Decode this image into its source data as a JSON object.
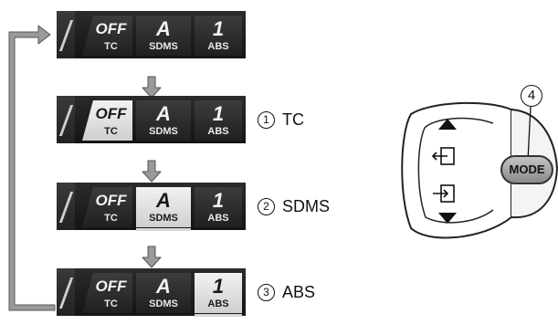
{
  "strip_labels": {
    "tc": "TC",
    "sdms": "SDMS",
    "abs": "ABS"
  },
  "strips": [
    {
      "tc": "OFF",
      "sdms": "A",
      "abs": "1",
      "active": ""
    },
    {
      "tc": "OFF",
      "sdms": "A",
      "abs": "1",
      "active": "tc"
    },
    {
      "tc": "OFF",
      "sdms": "A",
      "abs": "1",
      "active": "sdms"
    },
    {
      "tc": "OFF",
      "sdms": "A",
      "abs": "1",
      "active": "abs"
    }
  ],
  "steps": [
    {
      "num": "1",
      "label": "TC"
    },
    {
      "num": "2",
      "label": "SDMS"
    },
    {
      "num": "3",
      "label": "ABS"
    }
  ],
  "controller": {
    "callout_num": "4",
    "mode_label": "MODE",
    "icons": [
      "up-arrow-icon",
      "exit-icon",
      "enter-icon",
      "down-arrow-icon"
    ]
  },
  "colors": {
    "display_bg": "#1c1c1c",
    "highlight": "#e6e6e6",
    "arrow": "#9a9a9a"
  }
}
